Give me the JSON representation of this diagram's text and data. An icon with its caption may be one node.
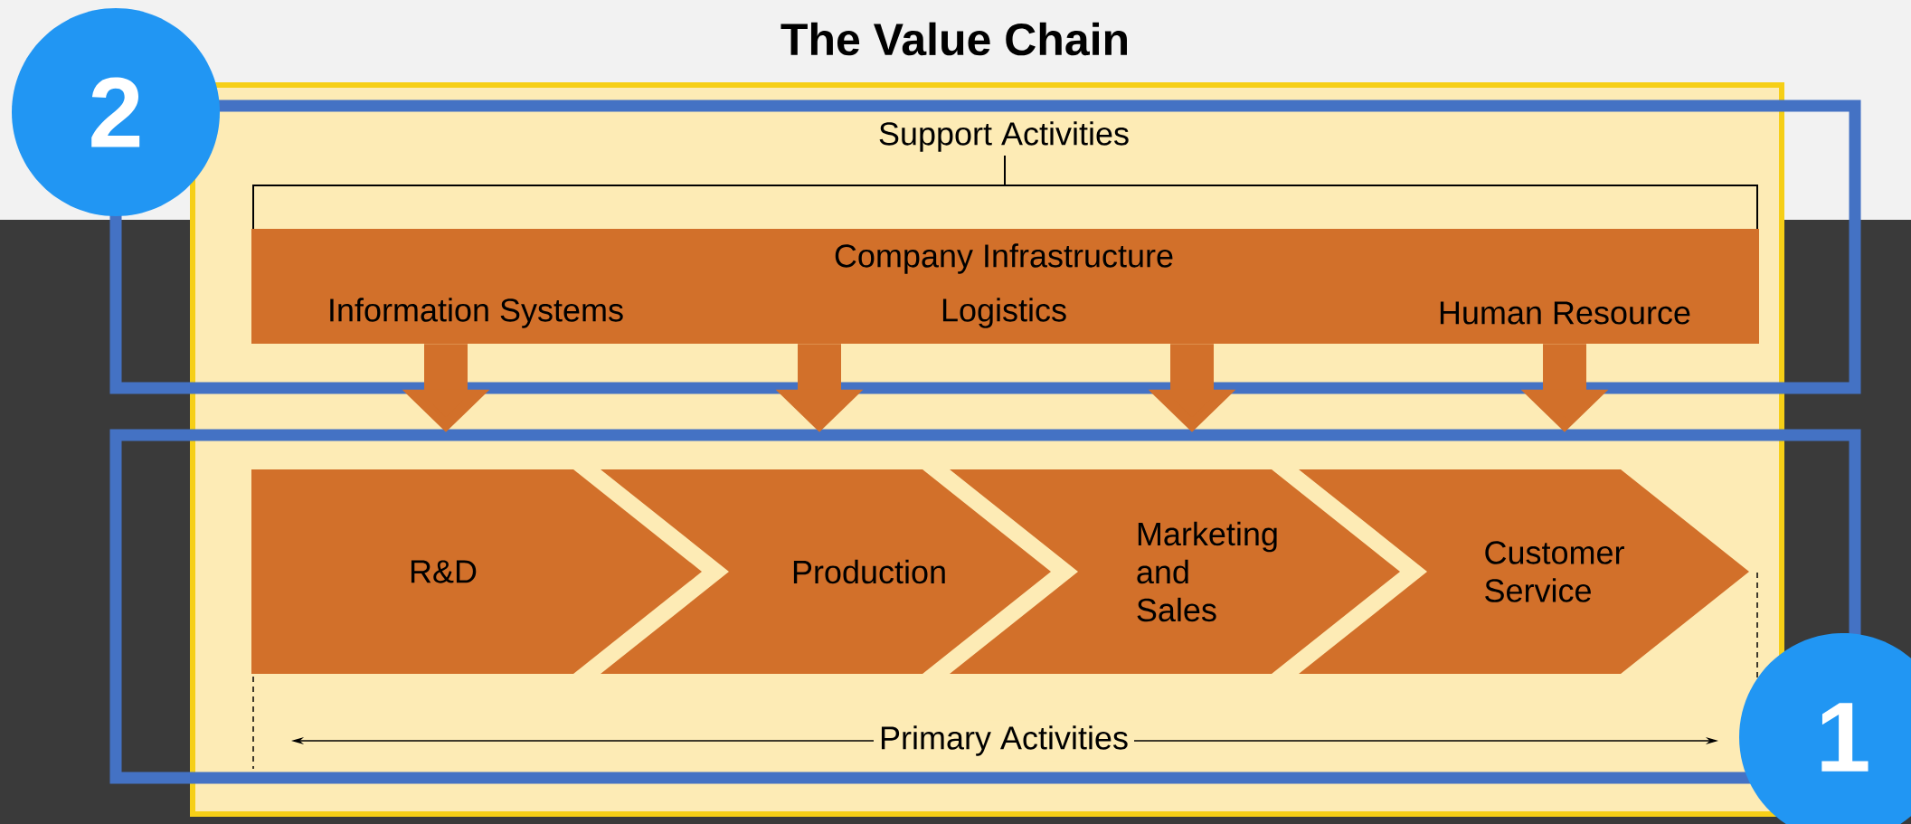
{
  "diagram": {
    "title": "The Value Chain",
    "nodes": [
      {
        "text": [
          "2"
        ]
      },
      {
        "text": [
          "Company Infrastructure",
          "Information Systems",
          "Logistics",
          "Human Resource"
        ]
      },
      {
        "text": [
          "R&D"
        ]
      },
      {
        "text": [
          "Production"
        ]
      },
      {
        "text": [
          "Marketing and Sales"
        ]
      },
      {
        "text": [
          "Customer Service"
        ]
      },
      {
        "text": [
          "1"
        ]
      }
    ],
    "edges": [
      {
        "from": 1,
        "to": 2,
        "arrow": "to"
      },
      {
        "from": 1,
        "to": 3,
        "arrow": "to"
      },
      {
        "from": 1,
        "to": 4,
        "arrow": "to"
      },
      {
        "from": 1,
        "to": 5,
        "arrow": "to"
      }
    ],
    "labels": [
      "Support Activities",
      "Primary Activities"
    ]
  }
}
